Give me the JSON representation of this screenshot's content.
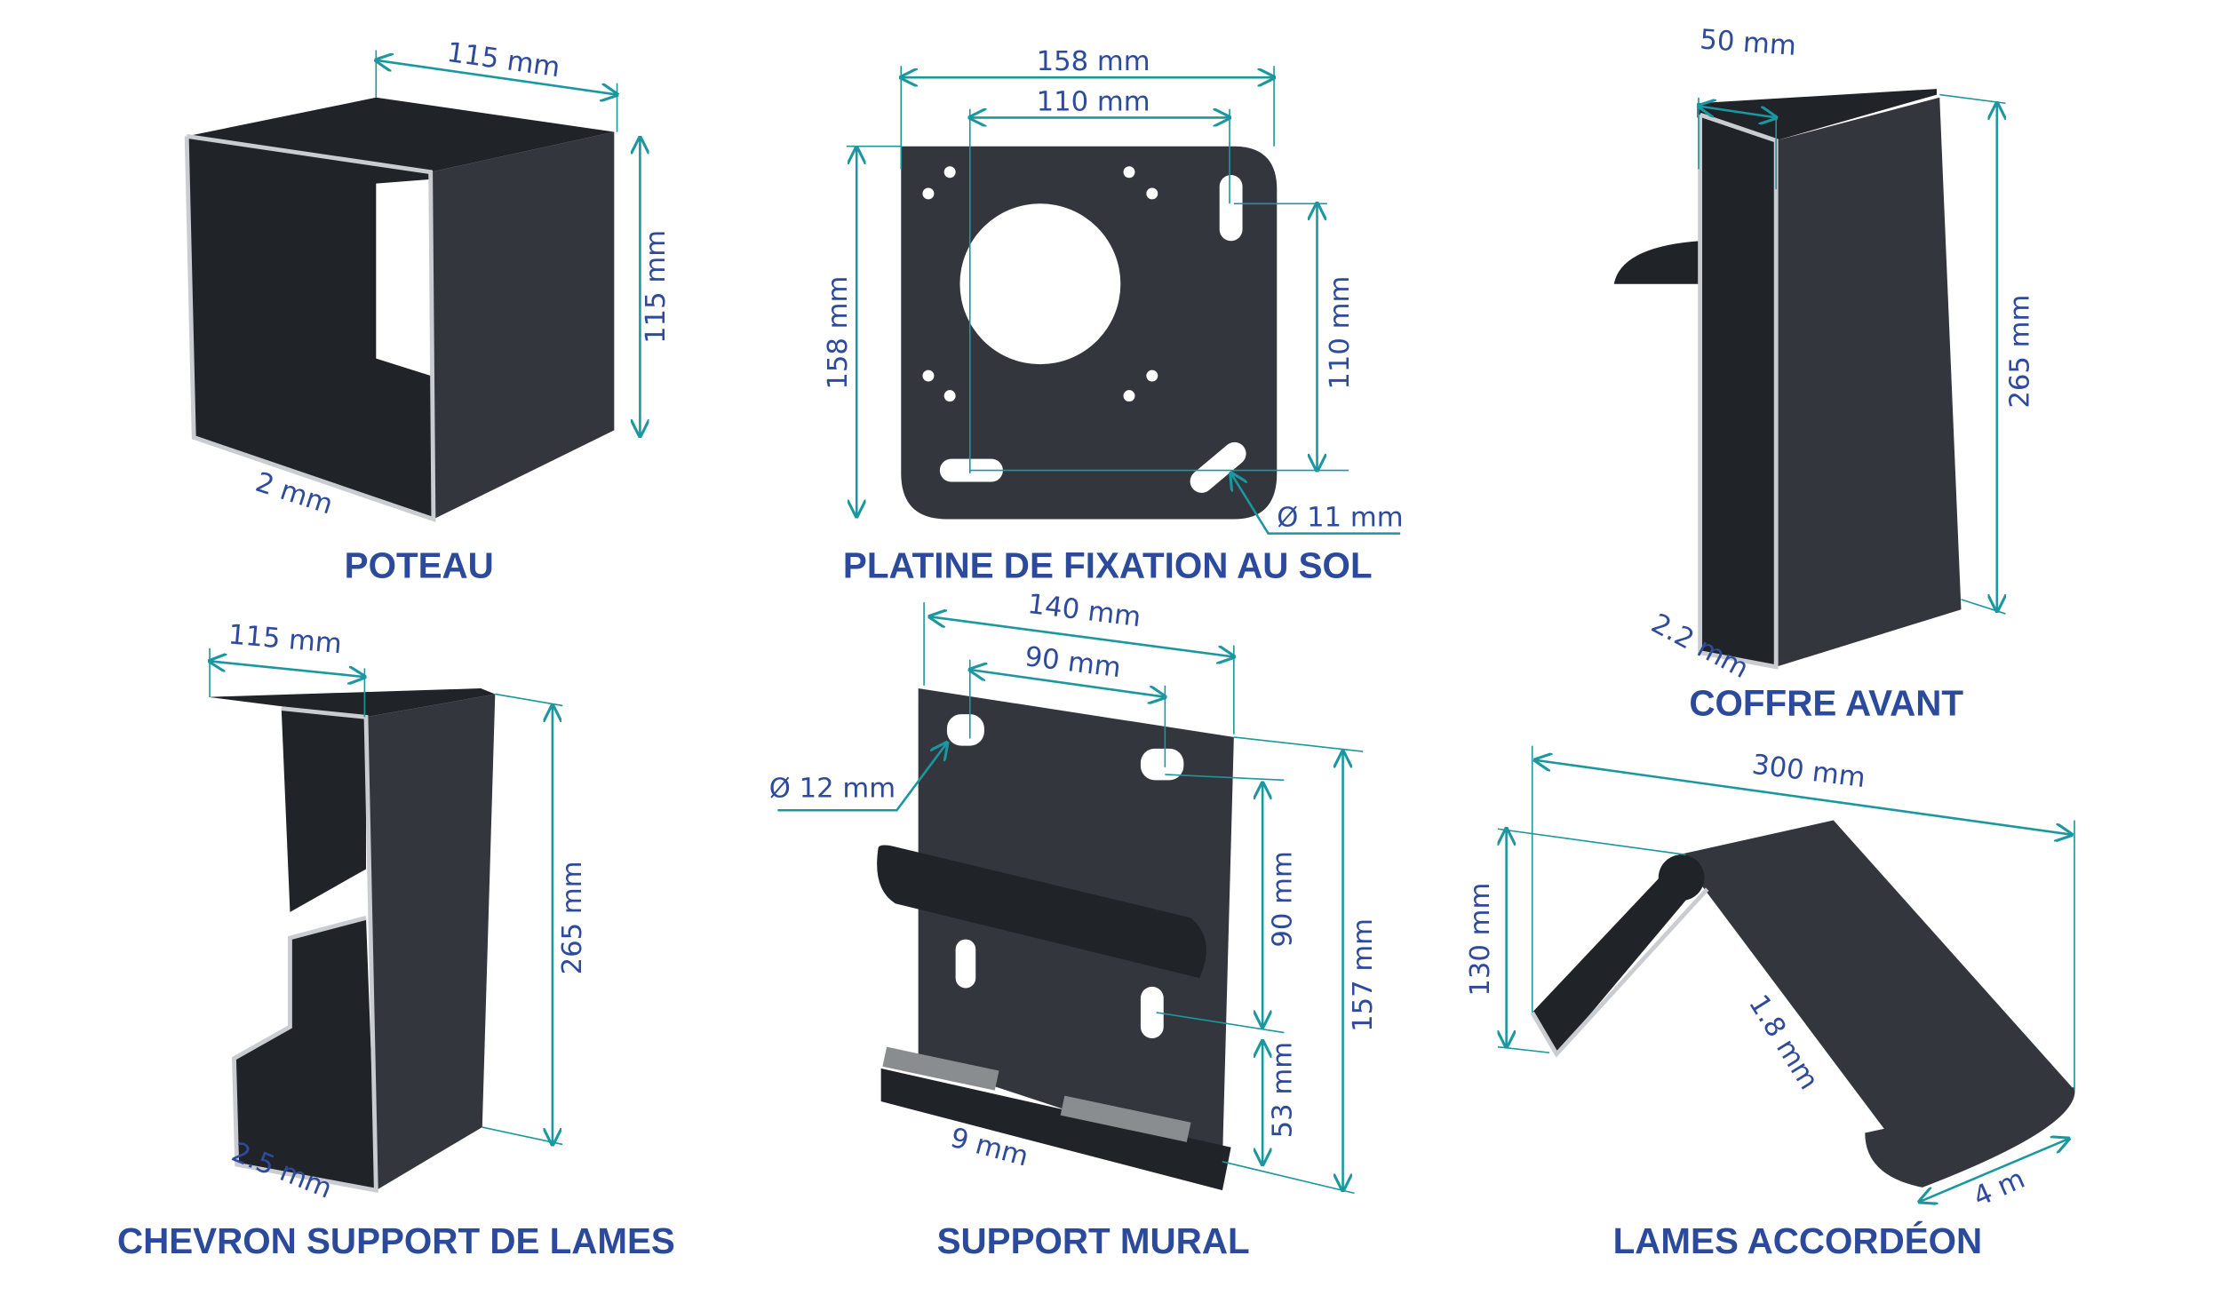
{
  "products": {
    "poteau": {
      "title": "POTEAU",
      "dims": [
        "115 mm",
        "115 mm",
        "2 mm"
      ]
    },
    "platine": {
      "title": "PLATINE DE FIXATION AU SOL",
      "dims": [
        "158 mm",
        "110 mm",
        "158 mm",
        "110 mm",
        "Ø 11 mm"
      ]
    },
    "coffre": {
      "title": "COFFRE AVANT",
      "dims": [
        "50 mm",
        "265 mm",
        "2.2 mm"
      ]
    },
    "chevron": {
      "title": "CHEVRON SUPPORT DE LAMES",
      "dims": [
        "115 mm",
        "265 mm",
        "2.5 mm"
      ]
    },
    "support": {
      "title": "SUPPORT MURAL",
      "dims": [
        "140 mm",
        "90 mm",
        "Ø 12 mm",
        "90 mm",
        "157 mm",
        "53 mm",
        "9 mm"
      ]
    },
    "lames": {
      "title": "LAMES ACCORDÉON",
      "dims": [
        "300 mm",
        "130 mm",
        "1.8 mm",
        "4 m"
      ]
    }
  },
  "colors": {
    "title": "#2b4a9c",
    "dimension_line": "#1b97a0",
    "profile": "#33373d"
  }
}
